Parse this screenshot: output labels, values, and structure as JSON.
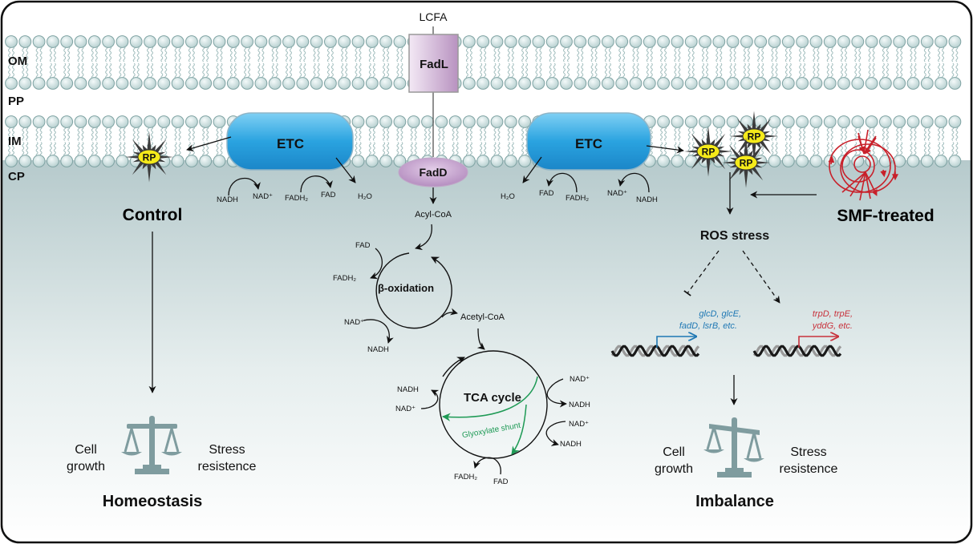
{
  "membrane_labels": {
    "om": "OM",
    "pp": "PP",
    "im": "IM",
    "cp": "CP"
  },
  "transport": {
    "lcfa": "LCFA",
    "fadl": "FadL",
    "fadd": "FadD",
    "acyl_coa": "Acyl-CoA"
  },
  "left_panel": {
    "title": "Control",
    "etc": "ETC",
    "rp": "RP",
    "cofactors": [
      "NADH",
      "NAD⁺",
      "FADH₂",
      "FAD",
      "H₂O"
    ],
    "cell_growth": [
      "Cell",
      "growth"
    ],
    "stress_resistance": [
      "Stress",
      "resistence"
    ],
    "outcome": "Homeostasis"
  },
  "right_panel": {
    "title": "SMF-treated",
    "etc": "ETC",
    "rp": "RP",
    "cofactors": [
      "H₂O",
      "FAD",
      "FADH₂",
      "NAD⁺",
      "NADH"
    ],
    "ros": "ROS stress",
    "down_genes": [
      "glcD, glcE,",
      "fadD, lsrB, etc."
    ],
    "up_genes": [
      "trpD, trpE,",
      "yddG, etc."
    ],
    "cell_growth": [
      "Cell",
      "growth"
    ],
    "stress_resistance": [
      "Stress",
      "resistence"
    ],
    "outcome": "Imbalance"
  },
  "beta_oxidation": {
    "title": "β-oxidation",
    "fad": "FAD",
    "fadh2": "FADH₂",
    "nad": "NAD⁺",
    "nadh": "NADH",
    "product": "Acetyl-CoA"
  },
  "tca": {
    "title": "TCA cycle",
    "shunt": "Glyoxylate shunt",
    "left_nadh": "NADH",
    "left_nad": "NAD⁺",
    "right": [
      "NAD⁺",
      "NADH",
      "NAD⁺",
      "NADH"
    ],
    "fadh2": "FADH₂",
    "fad": "FAD"
  },
  "colors": {
    "membrane_head": "#c9dcdc",
    "membrane_stroke": "#7fa3a3",
    "etc_blue": "#2aa3e0",
    "fad_purple": "#c7a6cf",
    "cytoplasm_top": "#b9cdcf",
    "down_gene_blue": "#1f78b4",
    "up_gene_red": "#c8323c",
    "shunt_green": "#1e9a55",
    "field_red": "#c8202a",
    "scale_gray": "#7f9c9f",
    "rp_yellow": "#f5ea1a"
  }
}
